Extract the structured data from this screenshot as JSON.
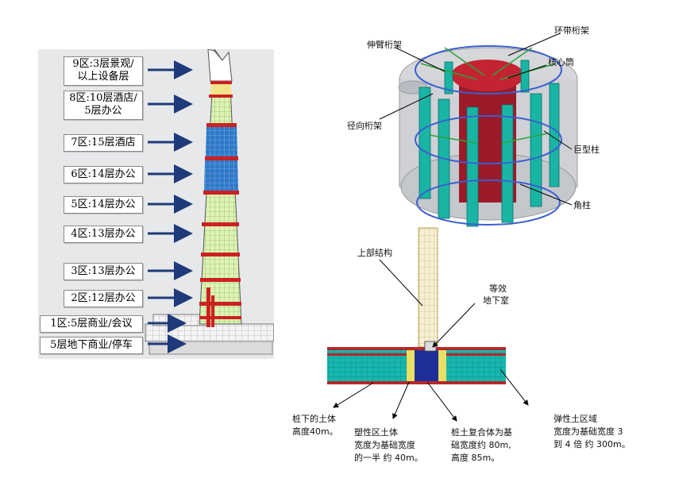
{
  "left_panel": {
    "zones": [
      {
        "line1": "9区:3层景观/",
        "line2": "以上设备层"
      },
      {
        "line1": "8区:10层酒店/",
        "line2": "5层办公"
      },
      {
        "line1": "7区:15层酒店",
        "line2": ""
      },
      {
        "line1": "6区:14层办公",
        "line2": ""
      },
      {
        "line1": "5区:14层办公",
        "line2": ""
      },
      {
        "line1": "4区:13层办公",
        "line2": ""
      },
      {
        "line1": "3区:13层办公",
        "line2": ""
      },
      {
        "line1": "2区:12层办公",
        "line2": ""
      },
      {
        "line1": "1区:5层商业/会议",
        "line2": ""
      },
      {
        "line1": "5层地下商业/停车",
        "line2": ""
      }
    ],
    "colors": {
      "band": "#cc2121",
      "office": "#dff2b4",
      "hotel": "#2f79c8",
      "grid": "#6aa84f"
    }
  },
  "right_top": {
    "labels": {
      "outrigger": "伸臂桁架",
      "belt": "环带桁架",
      "core": "核心筒",
      "radial": "径向桁架",
      "mega_column": "巨型柱",
      "corner_column": "角柱"
    }
  },
  "right_bottom": {
    "labels": {
      "superstructure": "上部结构",
      "basement_l1": "等效",
      "basement_l2": "地下室",
      "soil_below_l1": "桩下的土体",
      "soil_below_l2": "高度40m。",
      "plastic_l1": "塑性区土体",
      "plastic_l2": "宽度为基础宽度",
      "plastic_l3": "的一半 约 40m。",
      "pile_l1": "桩土复合体为基",
      "pile_l2": "础宽度约 80m,",
      "pile_l3": "高度 85m。",
      "elastic_l1": "弹性土区域",
      "elastic_l2": "宽度为基础宽度 3",
      "elastic_l3": "到 4 倍 约 300m。"
    },
    "colors": {
      "soil": "#16b7b0",
      "soil_band": "#b5282a",
      "pile": "#1f2f9a",
      "plastic": "#e9df63"
    }
  }
}
